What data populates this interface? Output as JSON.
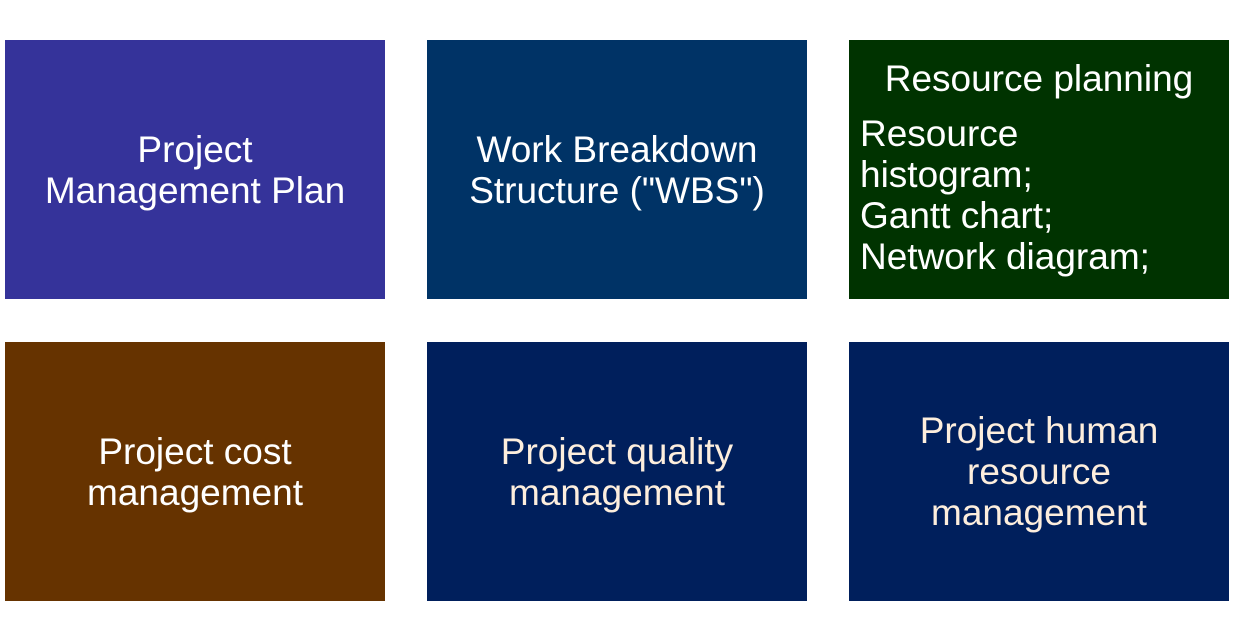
{
  "tiles": {
    "project_management_plan": {
      "text": "Project\nManagement Plan"
    },
    "wbs": {
      "text": "Work Breakdown\nStructure (\"WBS\")"
    },
    "resource_planning": {
      "title": "Resource planning",
      "items": [
        "Resource\nhistogram;",
        "Gantt chart;",
        "Network diagram;"
      ]
    },
    "cost": {
      "text": "Project cost\nmanagement"
    },
    "quality": {
      "text": "Project quality\nmanagement"
    },
    "human_resource": {
      "text": "Project human\nresource\nmanagement"
    }
  },
  "colors": {
    "project_management_plan": "#35339a",
    "wbs": "#003366",
    "resource_planning": "#003300",
    "cost": "#663300",
    "quality": "#001f5c",
    "human_resource": "#001f5c"
  }
}
